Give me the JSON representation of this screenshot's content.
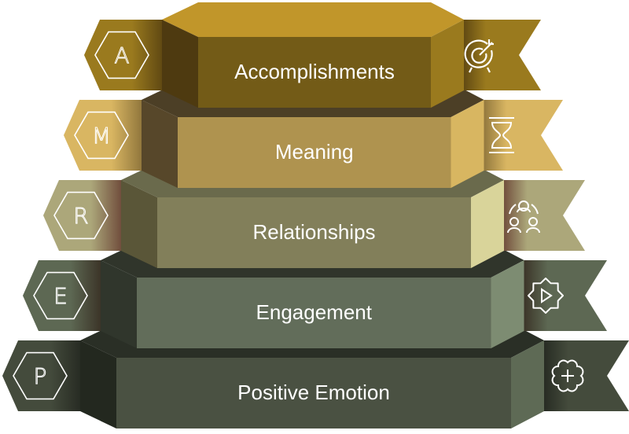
{
  "title": "PERMA model",
  "tiers": [
    {
      "letter": "A",
      "label": "Accomplishments",
      "icon": "target-icon",
      "colors": {
        "top": "#C1962A",
        "front": "#735B17",
        "left": "#4E3A10",
        "right": "#9A7A1E",
        "ribbon": "#9A7A1E",
        "ribbonDark": "#5E4712"
      }
    },
    {
      "letter": "M",
      "label": "Meaning",
      "icon": "hourglass-icon",
      "colors": {
        "top": "#4C3F26",
        "front": "#AF934F",
        "left": "#57472A",
        "right": "#D8B661",
        "ribbon": "#D9B662",
        "ribbonDark": "#8E743B"
      }
    },
    {
      "letter": "R",
      "label": "Relationships",
      "icon": "people-network-icon",
      "colors": {
        "top": "#6A6A4C",
        "front": "#827F5A",
        "left": "#5A5638",
        "right": "#D9D49A",
        "ribbon": "#ACA77A",
        "ribbonDark": "#6E4A3A"
      }
    },
    {
      "letter": "E",
      "label": "Engagement",
      "icon": "gear-play-icon",
      "colors": {
        "top": "#30352B",
        "front": "#626D5A",
        "left": "#30362C",
        "right": "#7D8C72",
        "ribbon": "#5D6853",
        "ribbonDark": "#3A3226"
      }
    },
    {
      "letter": "P",
      "label": "Positive Emotion",
      "icon": "flower-plus-icon",
      "colors": {
        "top": "#2A2F26",
        "front": "#4A5142",
        "left": "#23281F",
        "right": "#5E6A55",
        "ribbon": "#444B3C",
        "ribbonDark": "#262A22"
      }
    }
  ]
}
